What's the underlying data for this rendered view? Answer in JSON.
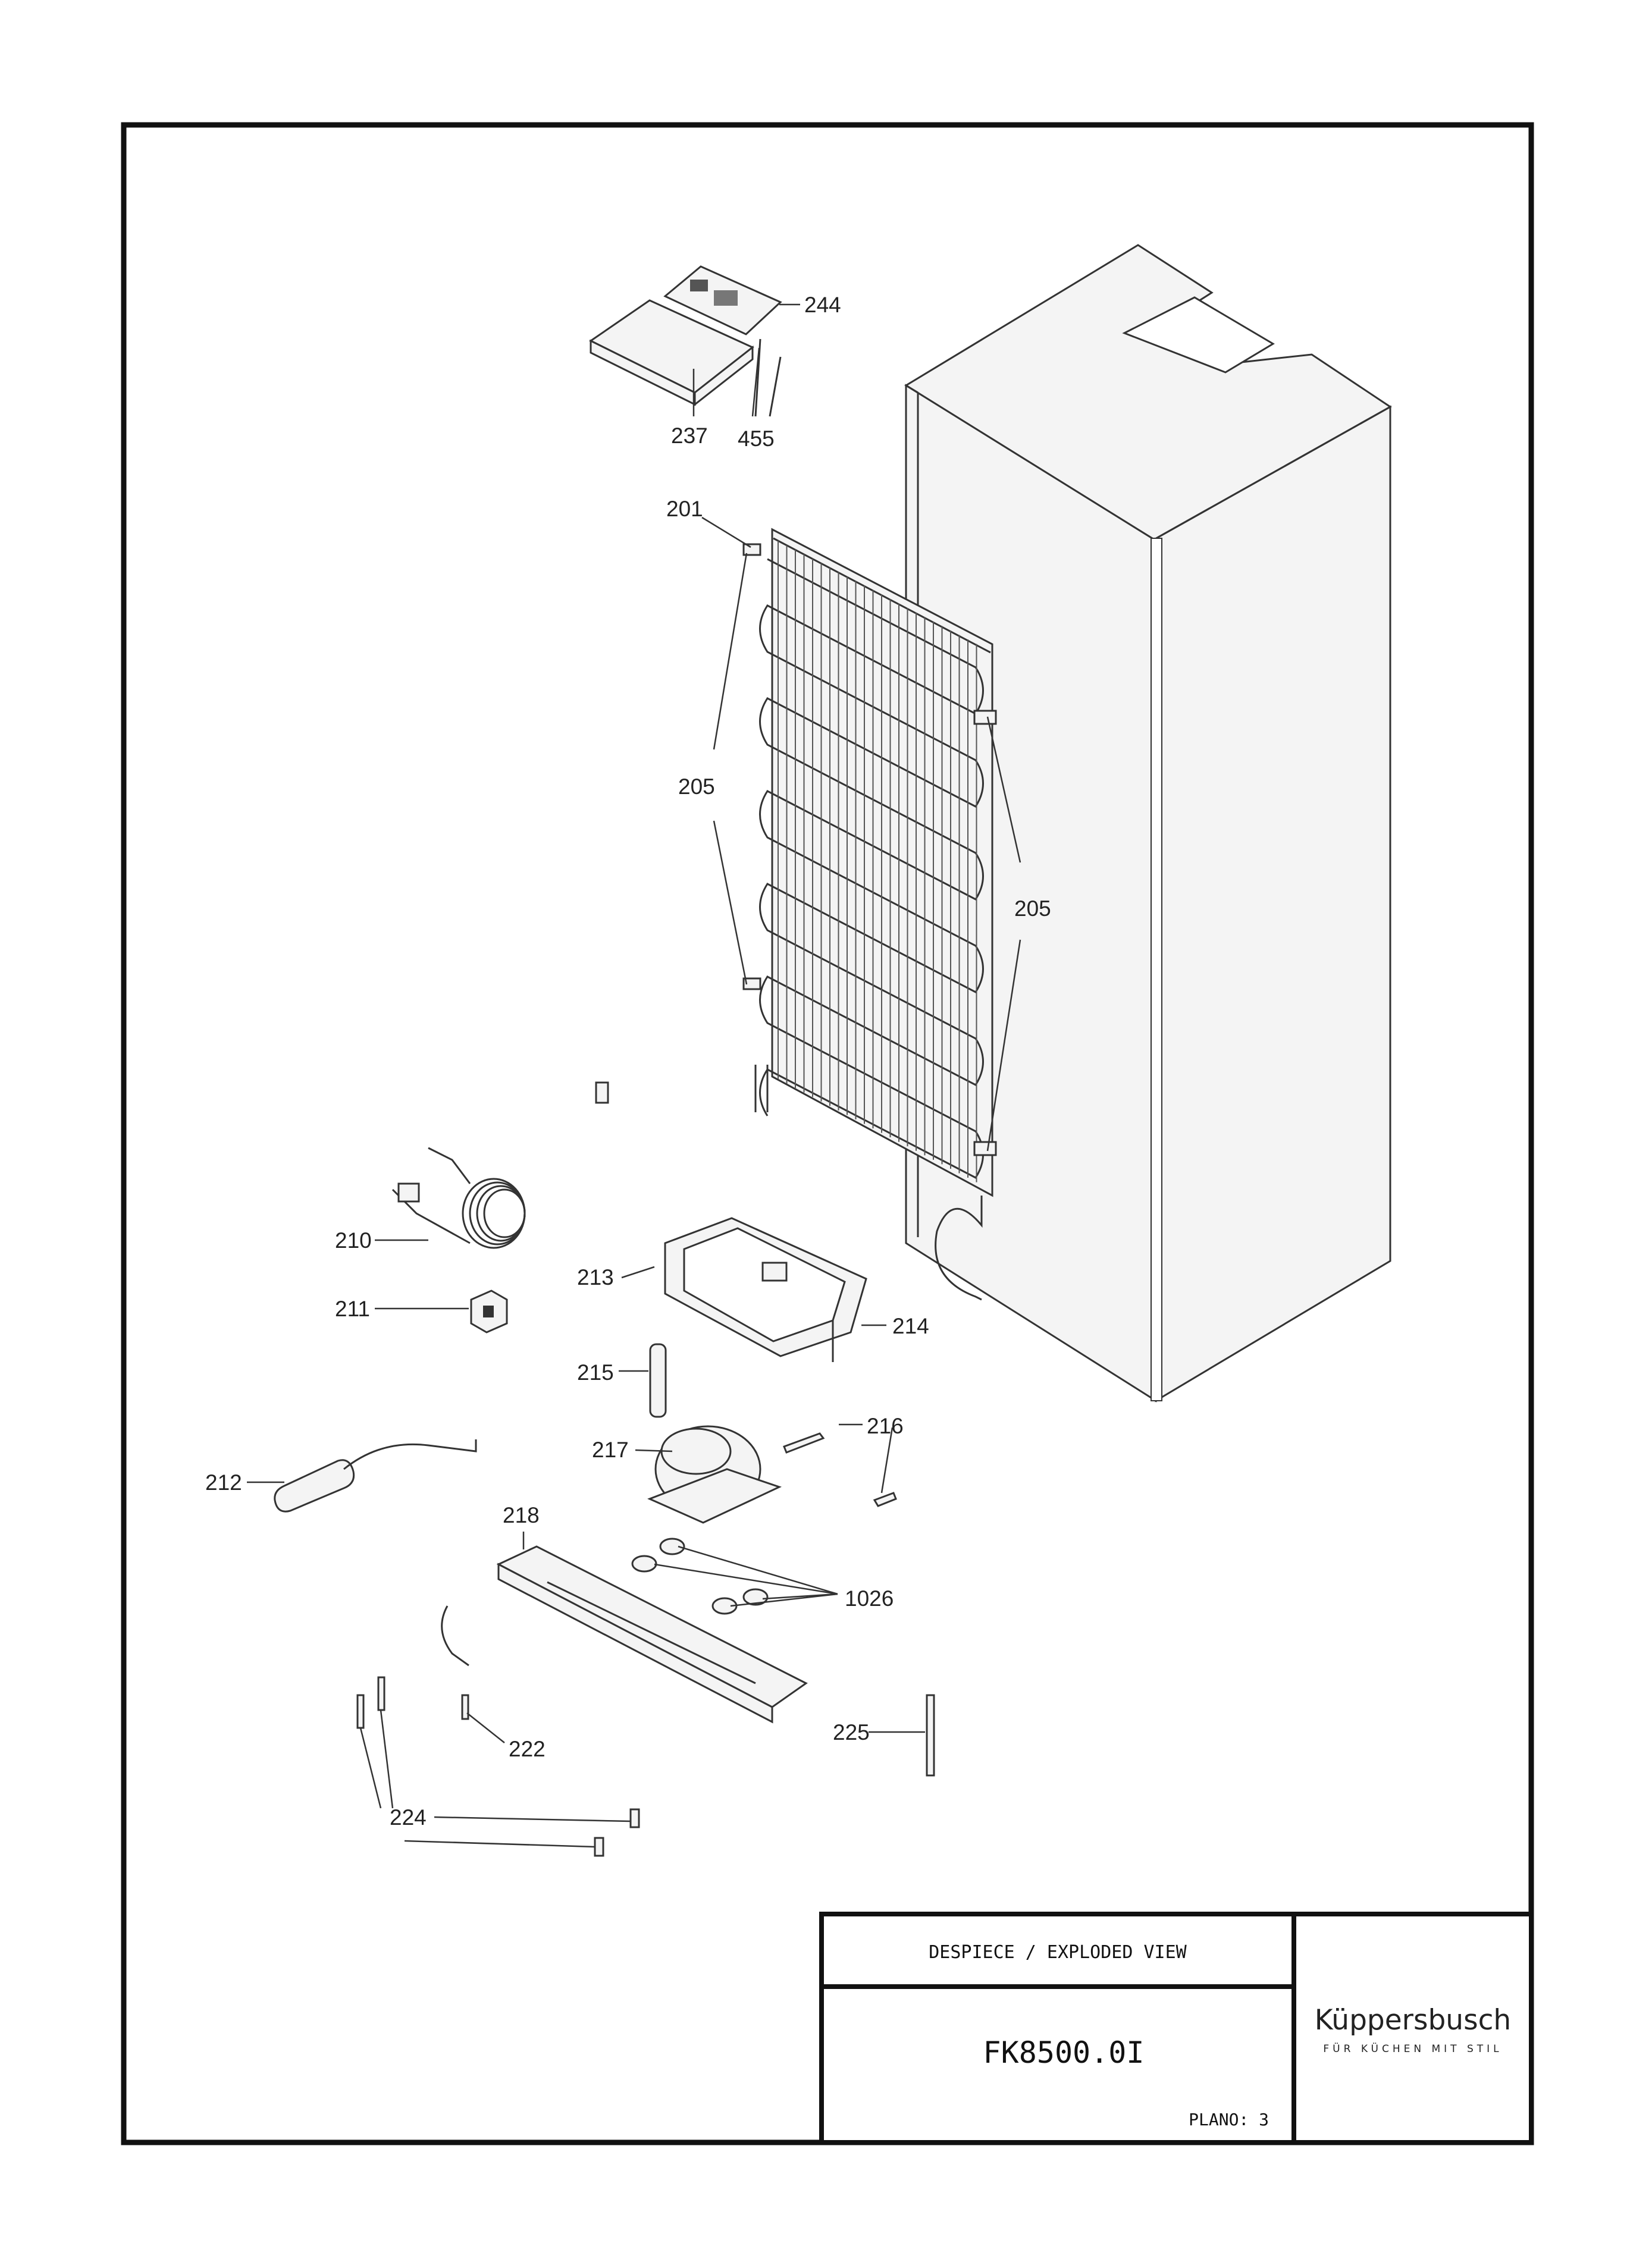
{
  "title_block": {
    "header": "DESPIECE / EXPLODED VIEW",
    "model": "FK8500.0I",
    "plano_label": "PLANO: 3"
  },
  "brand": {
    "name": "Küppersbusch",
    "tagline": "FÜR KÜCHEN MIT STIL"
  },
  "callouts": {
    "c244": "244",
    "c237": "237",
    "c455": "455",
    "c201": "201",
    "c205a": "205",
    "c205b": "205",
    "c210": "210",
    "c211": "211",
    "c213": "213",
    "c214": "214",
    "c215": "215",
    "c216": "216",
    "c217": "217",
    "c212": "212",
    "c218": "218",
    "c1026": "1026",
    "c222": "222",
    "c225": "225",
    "c224": "224"
  }
}
